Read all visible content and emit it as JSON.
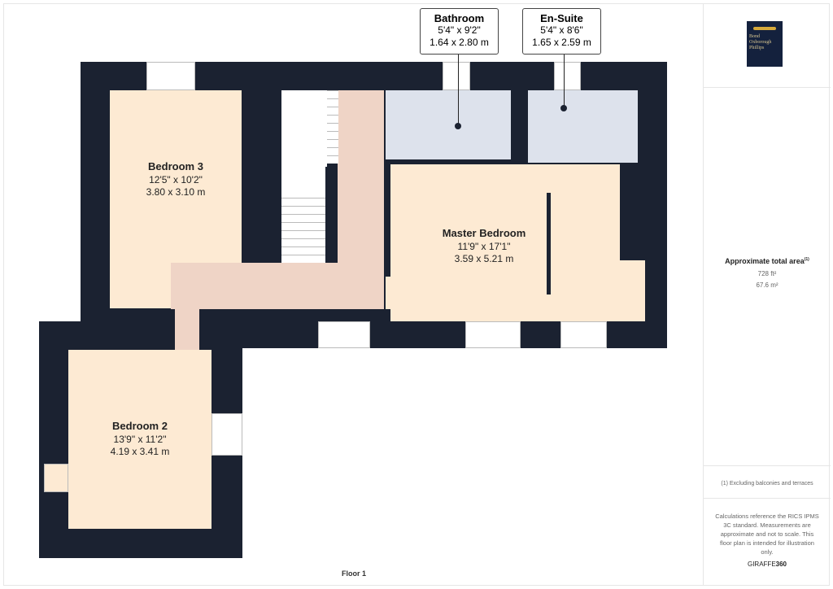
{
  "rooms": [
    {
      "name": "Bedroom 3",
      "imperial": "12'5\" x 10'2\"",
      "metric": "3.80 x 3.10 m"
    },
    {
      "name": "Master Bedroom",
      "imperial": "11'9\" x 17'1\"",
      "metric": "3.59 x 5.21 m"
    },
    {
      "name": "Bedroom 2",
      "imperial": "13'9\" x 11'2\"",
      "metric": "4.19 x 3.41 m"
    },
    {
      "name": "Bathroom",
      "imperial": "5'4\" x 9'2\"",
      "metric": "1.64 x 2.80 m"
    },
    {
      "name": "En-Suite",
      "imperial": "5'4\" x 8'6\"",
      "metric": "1.65 x 2.59 m"
    }
  ],
  "floor_label": "Floor 1",
  "panel": {
    "logo_text": "Bond Oxborough Phillips",
    "area_title": "Approximate total area",
    "area_note_mark": "(1)",
    "area_ft": "728 ft²",
    "area_m": "67.6 m²",
    "footnote": "(1) Excluding balconies and terraces",
    "disclaimer": "Calculations reference the RICS IPMS 3C standard. Measurements are approximate and not to scale. This floor plan is intended for illustration only.",
    "brand_a": "GIRAFFE",
    "brand_b": "360"
  },
  "colors": {
    "wall": "#1b2231",
    "bedroom": "#fdead3",
    "hall": "#efd4c6",
    "bathroom": "#dde2ec"
  }
}
